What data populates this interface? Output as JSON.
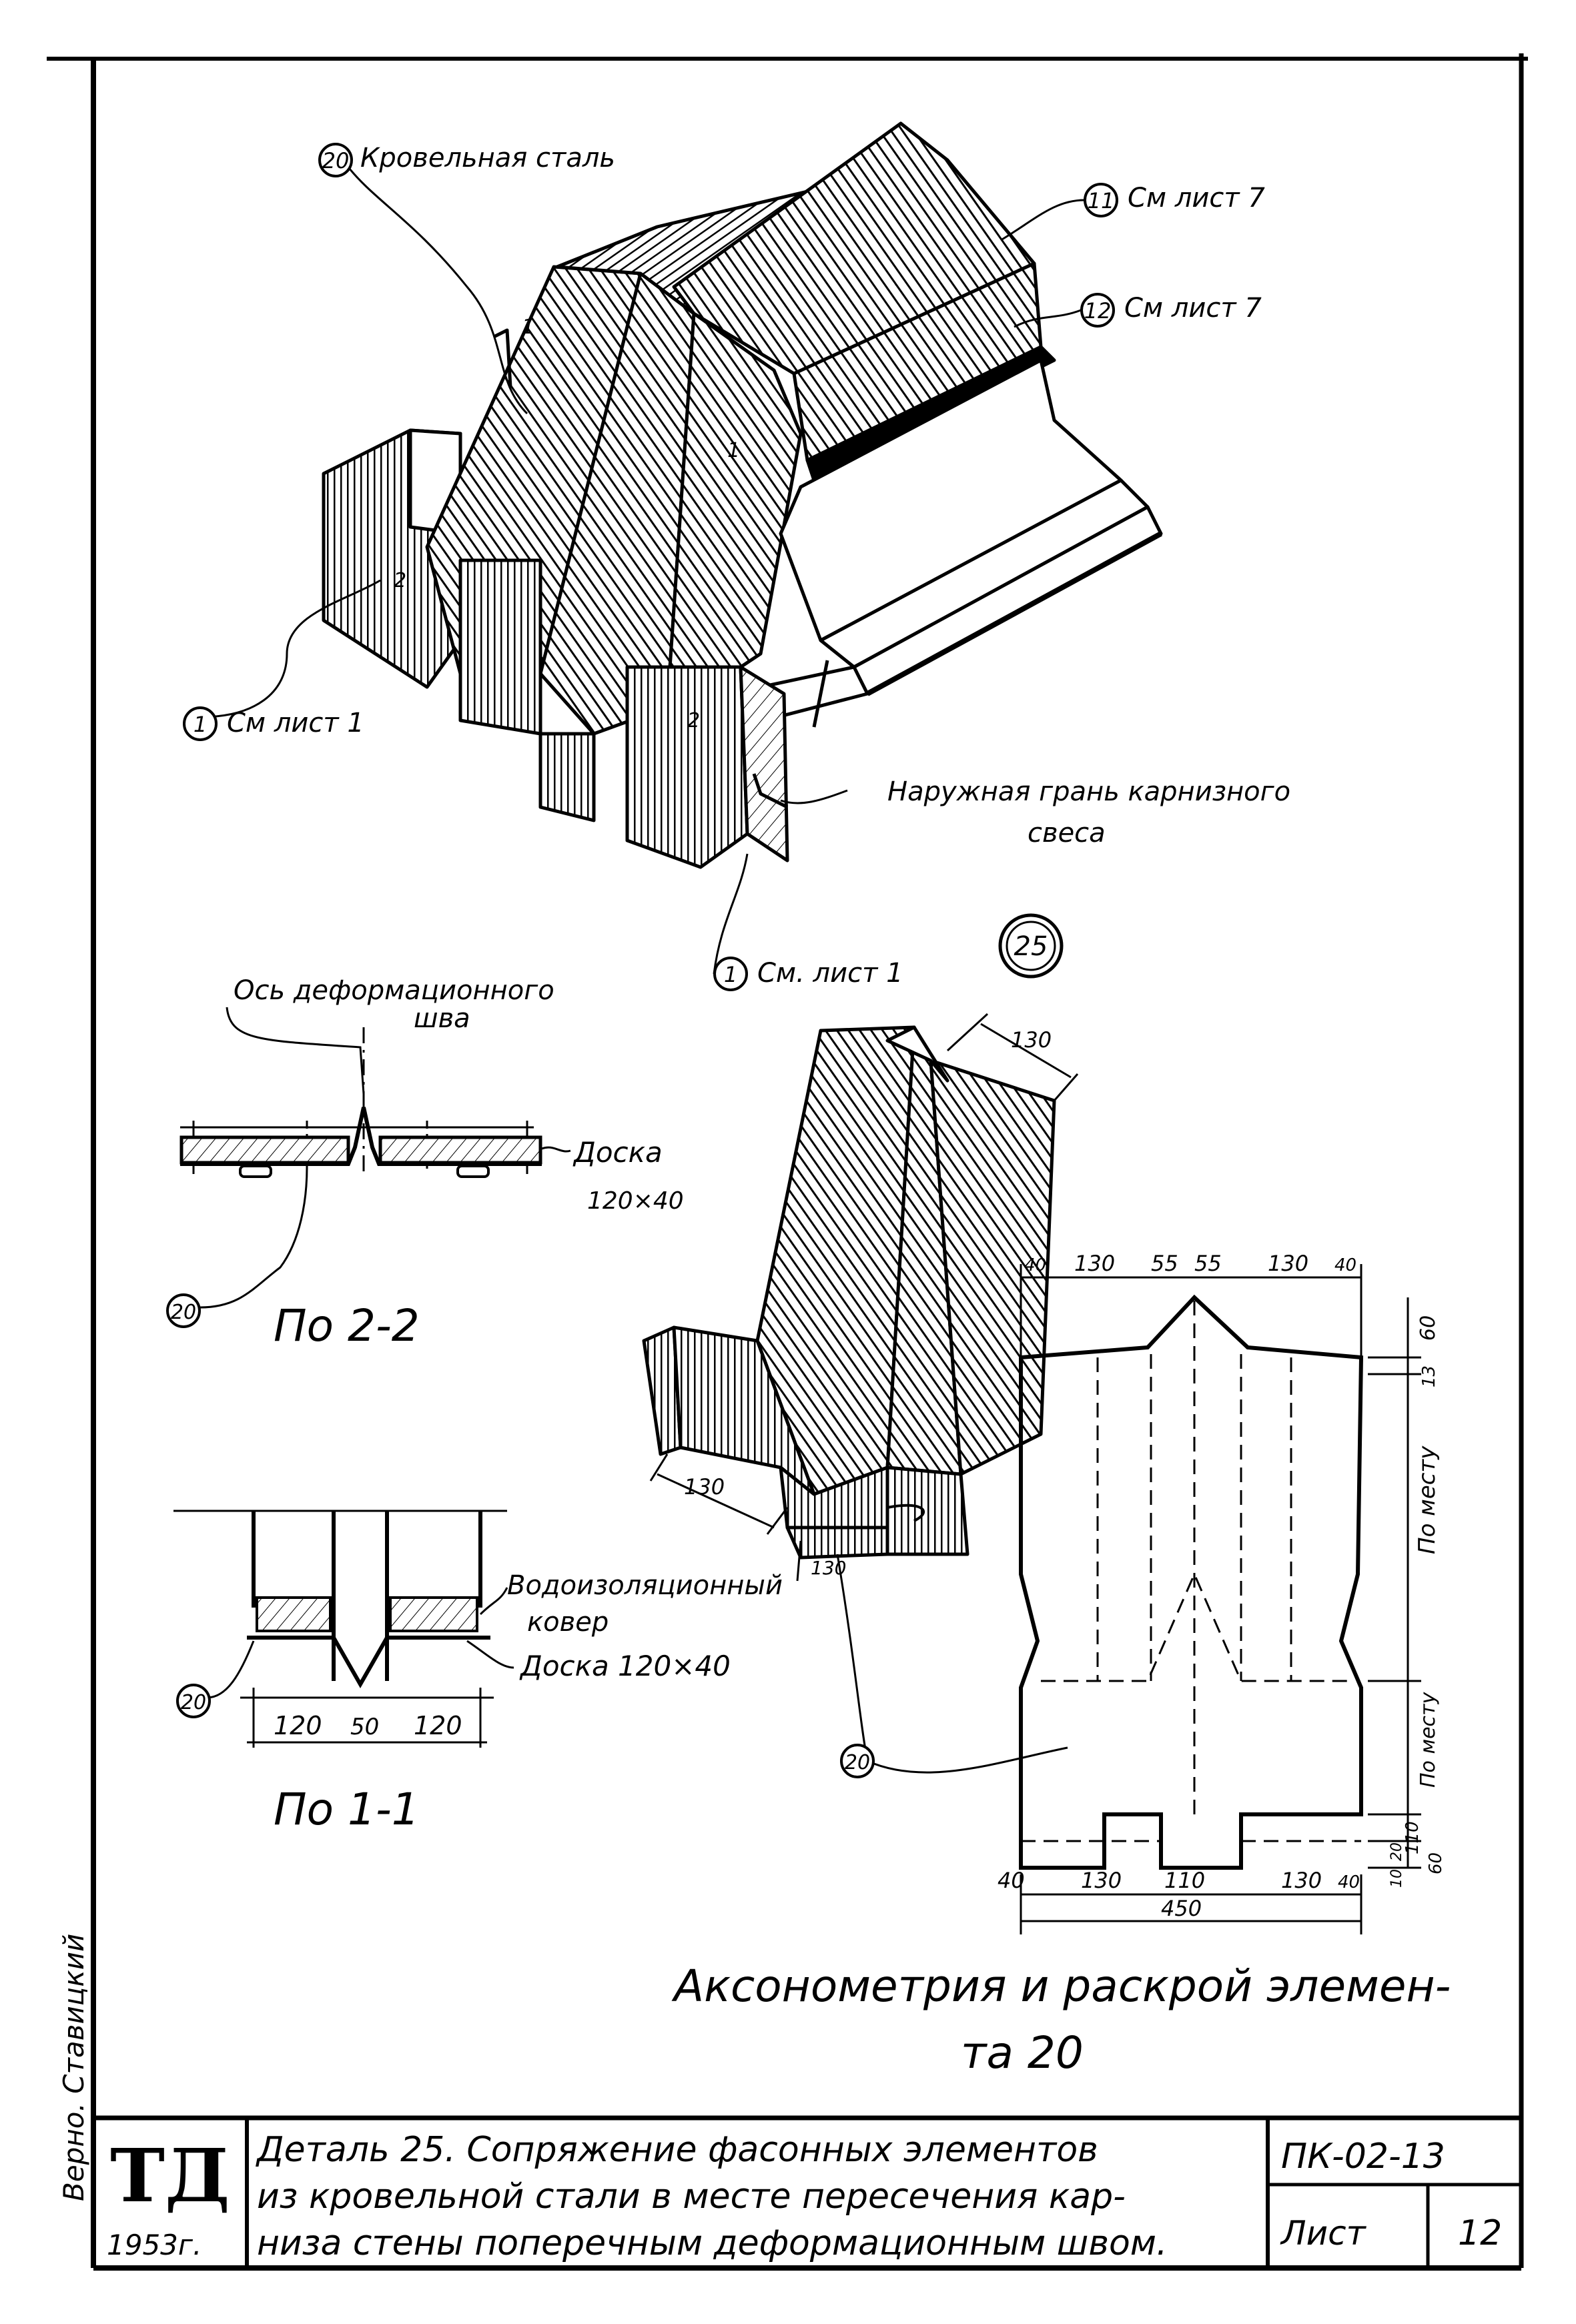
{
  "callouts": {
    "c20_top": {
      "num": "20",
      "text": "Кровельная сталь"
    },
    "c11": {
      "num": "11",
      "text": "См лист 7"
    },
    "c12": {
      "num": "12",
      "text": "См лист 7"
    },
    "c1_left": {
      "num": "1",
      "text": "См лист 1"
    },
    "c1_bottom": {
      "num": "1",
      "text": "См. лист 1"
    },
    "facade": {
      "line1": "Наружная грань карнизного",
      "line2": "свеса"
    },
    "detail": "25",
    "section_marks": {
      "a": "1",
      "b": "2",
      "c": "2",
      "d": "1"
    }
  },
  "section22": {
    "axis_line1": "Ось деформационного",
    "axis_line2": "шва",
    "board": "Доска",
    "board_size": "120×40",
    "item": "20",
    "title": "По 2-2"
  },
  "section11": {
    "waterproof_line1": "Водоизоляционный",
    "waterproof_line2": "ковер",
    "board": "Доска 120×40",
    "item": "20",
    "dims": [
      "120",
      "50",
      "120"
    ],
    "title": "По 1-1"
  },
  "axon": {
    "dim_top": "130",
    "dim_side": "130",
    "dim_bottom": "130",
    "item": "20"
  },
  "pattern": {
    "top_dims": [
      "40",
      "130",
      "55",
      "55",
      "130",
      "40"
    ],
    "right_dims": [
      "60",
      "13",
      "По месту",
      "По месту",
      "110",
      "20",
      "10",
      "60"
    ],
    "bottom_dims": [
      "40",
      "130",
      "110",
      "130",
      "40"
    ],
    "total": "450"
  },
  "caption": {
    "line1": "Аксонометрия и раскрой элемен-",
    "line2": "та 20"
  },
  "side_note": "Верно. Ставицкий",
  "title_block": {
    "logo": "ТД",
    "year": "1953г.",
    "line1": "Деталь 25. Сопряжение фасонных элементов",
    "line2": "из кровельной стали в месте пересечения кар-",
    "line3": "низа стены поперечным деформационным швом.",
    "code": "ПК-02-13",
    "sheet_label": "Лист",
    "sheet_num": "12"
  }
}
